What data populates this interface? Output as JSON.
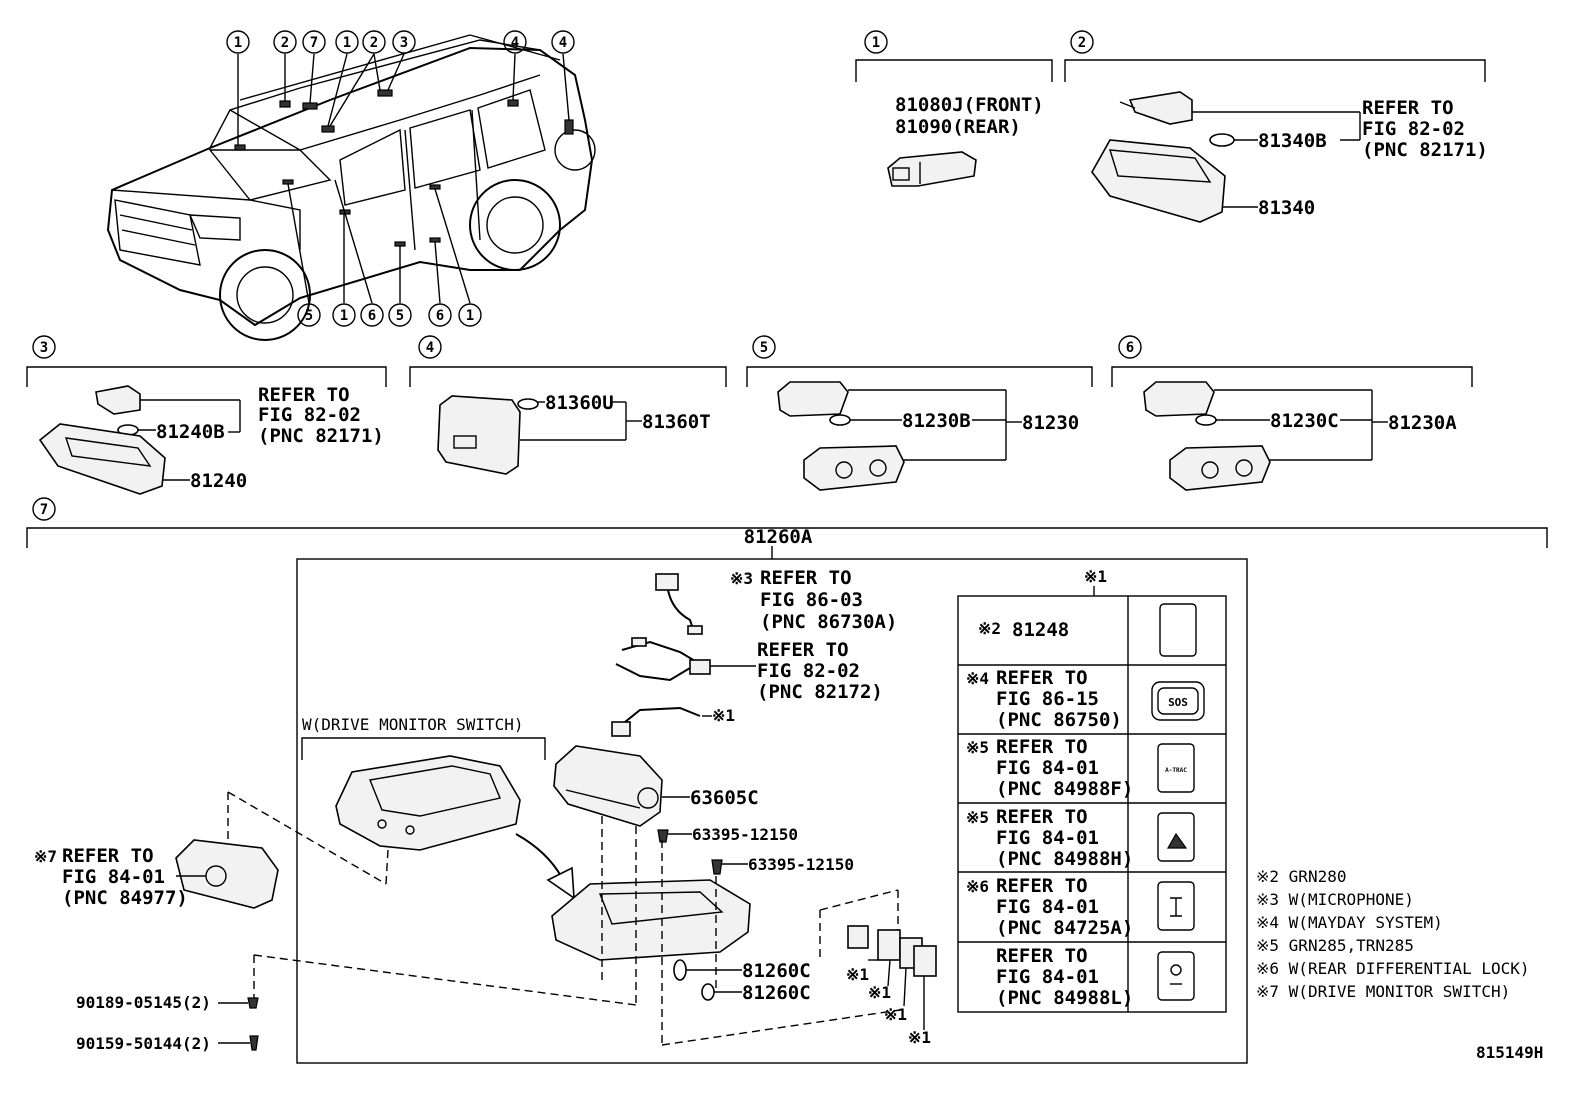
{
  "figure_code": "815149H",
  "callouts": {
    "c1": "1",
    "c2": "2",
    "c3": "3",
    "c4": "4",
    "c5": "5",
    "c6": "6",
    "c7": "7"
  },
  "section1": {
    "part_front": "81080J(FRONT)",
    "part_rear": "81090(REAR)"
  },
  "section2": {
    "refer_line1": "REFER TO",
    "refer_line2": "FIG 82-02",
    "refer_line3": "(PNC 82171)",
    "bulb": "81340B",
    "assy": "81340"
  },
  "section3": {
    "refer_line1": "REFER TO",
    "refer_line2": "FIG 82-02",
    "refer_line3": "(PNC 82171)",
    "bulb": "81240B",
    "assy": "81240"
  },
  "section4": {
    "bulb": "81360U",
    "assy": "81360T"
  },
  "section5": {
    "bulb": "81230B",
    "assy": "81230"
  },
  "section6": {
    "bulb": "81230C",
    "assy": "81230A"
  },
  "section7": {
    "assy": "81260A",
    "mic_mark": "※3",
    "mic_refer1": "REFER TO",
    "mic_refer2": "FIG 86-03",
    "mic_refer3": "(PNC 86730A)",
    "harness_refer1": "REFER TO",
    "harness_refer2": "FIG 82-02",
    "harness_refer3": "(PNC 82172)",
    "wire_mark": "※1",
    "drive_monitor_header": "W(DRIVE MONITOR SWITCH)",
    "housing": "63605C",
    "clip1": "63395-12150",
    "clip2": "63395-12150",
    "lens1": "81260C",
    "lens2": "81260C",
    "sw_mark": "※7",
    "sw_refer1": "REFER TO",
    "sw_refer2": "FIG 84-01",
    "sw_refer3": "(PNC 84977)",
    "screw1": "90189-05145(2)",
    "screw2": "90159-50144(2)",
    "small_mark1": "※1",
    "small_mark2": "※1",
    "small_mark3": "※1",
    "small_mark4": "※1"
  },
  "table": {
    "header_mark": "※1",
    "rows": [
      {
        "mark": "※2",
        "line1": "81248",
        "line2": "",
        "line3": ""
      },
      {
        "mark": "※4",
        "line1": "REFER TO",
        "line2": "FIG 86-15",
        "line3": "(PNC 86750)",
        "icon_text": "SOS"
      },
      {
        "mark": "※5",
        "line1": "REFER TO",
        "line2": "FIG 84-01",
        "line3": "(PNC 84988F)",
        "icon_text": "A-TRAC"
      },
      {
        "mark": "※5",
        "line1": "REFER TO",
        "line2": "FIG 84-01",
        "line3": "(PNC 84988H)"
      },
      {
        "mark": "※6",
        "line1": "REFER TO",
        "line2": "FIG 84-01",
        "line3": "(PNC 84725A)"
      },
      {
        "mark": "",
        "line1": "REFER TO",
        "line2": "FIG 84-01",
        "line3": "(PNC 84988L)"
      }
    ]
  },
  "legend": [
    "※2  GRN280",
    "※3  W(MICROPHONE)",
    "※4  W(MAYDAY SYSTEM)",
    "※5  GRN285,TRN285",
    "※6  W(REAR DIFFERENTIAL LOCK)",
    "※7 W(DRIVE MONITOR SWITCH)"
  ]
}
